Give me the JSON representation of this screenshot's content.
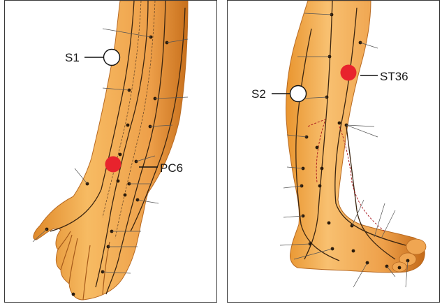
{
  "panels": {
    "left": {
      "points": [
        {
          "label": "S1",
          "kind": "sham"
        },
        {
          "label": "PC6",
          "kind": "acupoint"
        }
      ]
    },
    "right": {
      "points": [
        {
          "label": "S2",
          "kind": "sham"
        },
        {
          "label": "ST36",
          "kind": "acupoint"
        }
      ]
    }
  },
  "colors": {
    "skin_light": "#f6b65e",
    "skin_mid": "#e9952f",
    "skin_dark": "#c8701c",
    "meridian": "#3b2510",
    "acupoint_fill": "#e8232d",
    "sham_fill": "#ffffff",
    "text": "#1a1a1a"
  },
  "icons": {
    "acupoint": "red-dot-marker",
    "sham": "white-circle-marker"
  }
}
